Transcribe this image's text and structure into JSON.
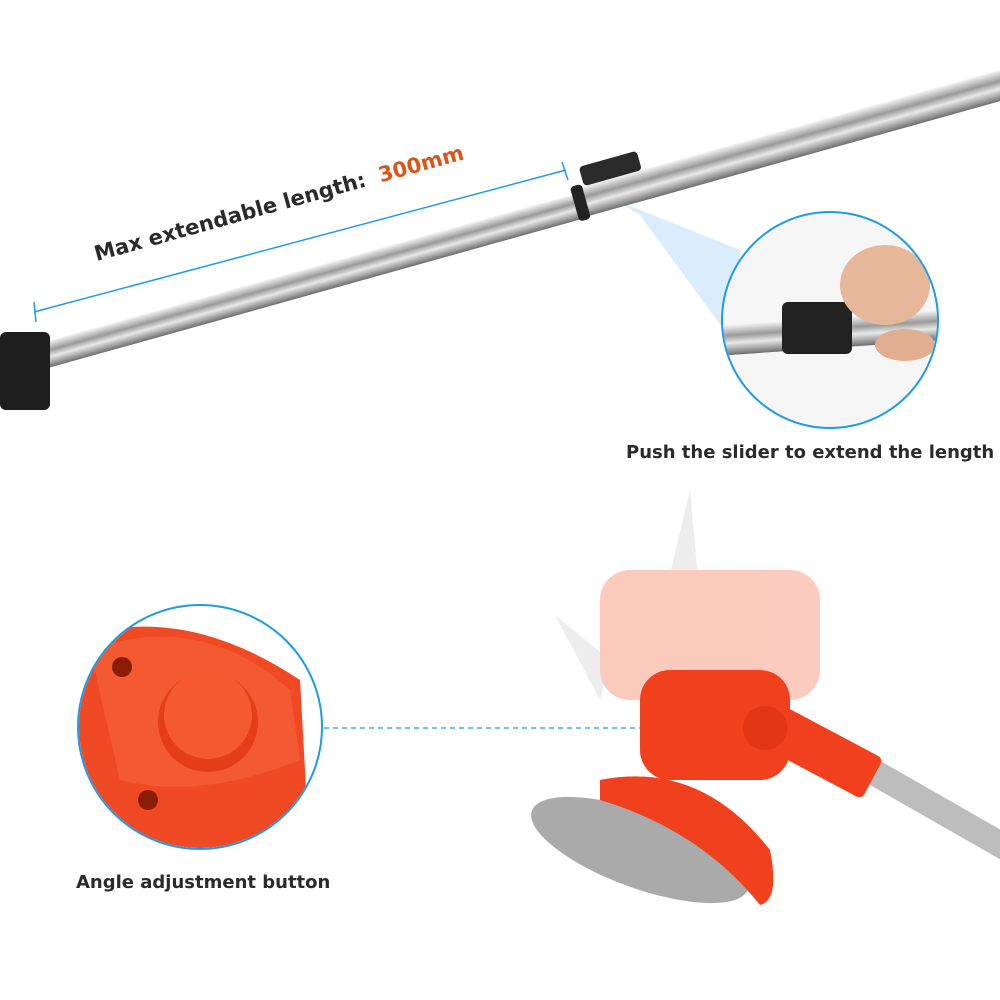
{
  "annotations": {
    "length_label": "Max extendable length:",
    "length_value": "300mm",
    "slider_caption": "Push the slider to extend the length",
    "angle_caption": "Angle adjustment button"
  },
  "colors": {
    "accent_blue": "#1e9be8",
    "value_orange": "#d9561a",
    "trimmer_red": "#f0401e"
  }
}
